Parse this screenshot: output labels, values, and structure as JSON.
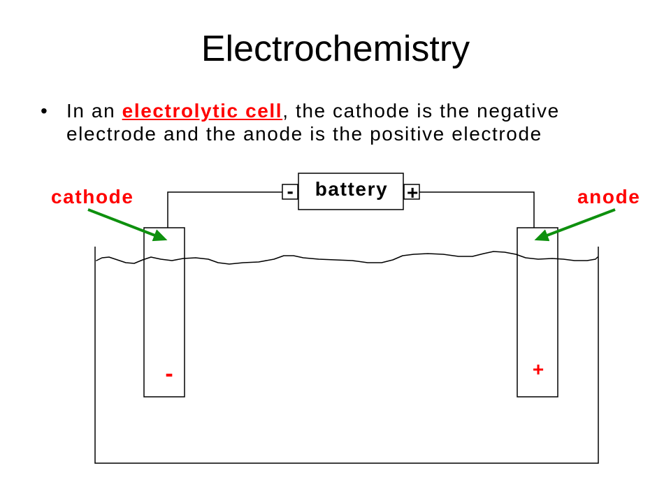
{
  "slide": {
    "title": "Electrochemistry",
    "bullet": {
      "marker": "•",
      "text_before": "In an ",
      "highlight": "electrolytic cell",
      "text_after": ", the cathode is the negative electrode and the anode is the positive electrode"
    }
  },
  "diagram": {
    "battery_label": "battery",
    "battery_negative_terminal": "-",
    "battery_positive_terminal": "+",
    "cathode_label": "cathode",
    "anode_label": "anode",
    "cathode_sign": "-",
    "anode_sign": "+"
  },
  "colors": {
    "highlight_red": "#ff0000",
    "arrow_green": "#0e900e",
    "line_black": "#000000"
  }
}
